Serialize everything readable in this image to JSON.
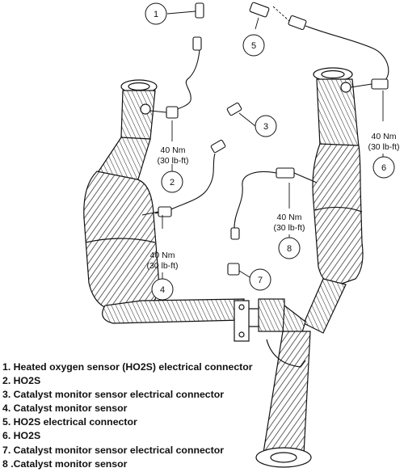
{
  "torque_specs": [
    {
      "id": "t2",
      "nm": "40 Nm",
      "lbft": "(30 lb-ft)"
    },
    {
      "id": "t4",
      "nm": "40 Nm",
      "lbft": "(30 lb-ft)"
    },
    {
      "id": "t6",
      "nm": "40 Nm",
      "lbft": "(30 lb-ft)"
    },
    {
      "id": "t8",
      "nm": "40 Nm",
      "lbft": "(30 lb-ft)"
    }
  ],
  "callouts": [
    "1",
    "2",
    "3",
    "4",
    "5",
    "6",
    "7",
    "8"
  ],
  "legend": [
    "1. Heated oxygen sensor (HO2S) electrical connector",
    "2. HO2S",
    "3. Catalyst monitor sensor electrical connector",
    "4. Catalyst monitor sensor",
    "5. HO2S electrical connector",
    "6. HO2S",
    "7. Catalyst monitor sensor electrical connector",
    "8 .Catalyst monitor sensor"
  ]
}
